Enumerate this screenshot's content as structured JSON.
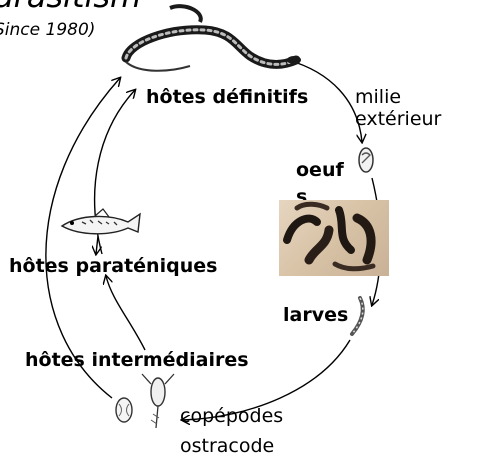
{
  "title": "arasitism",
  "subtitle": "Since 1980)",
  "labels": {
    "definitive_hosts": "hôtes définitifs",
    "environment_line1": "milie",
    "environment_line2": "extérieur",
    "eggs_line1": "oeuf",
    "eggs_line2": "s",
    "paratenic_hosts": "hôtes paraténiques",
    "larvae": "larves",
    "intermediate_hosts": "hôtes intermédiaires",
    "copepods": "copépodes",
    "ostracod": "ostracode"
  },
  "icons": [
    "eel-icon",
    "egg-icon",
    "larvae-photo",
    "fish-icon",
    "larva-icon",
    "ostracod-icon",
    "copepod-icon"
  ]
}
